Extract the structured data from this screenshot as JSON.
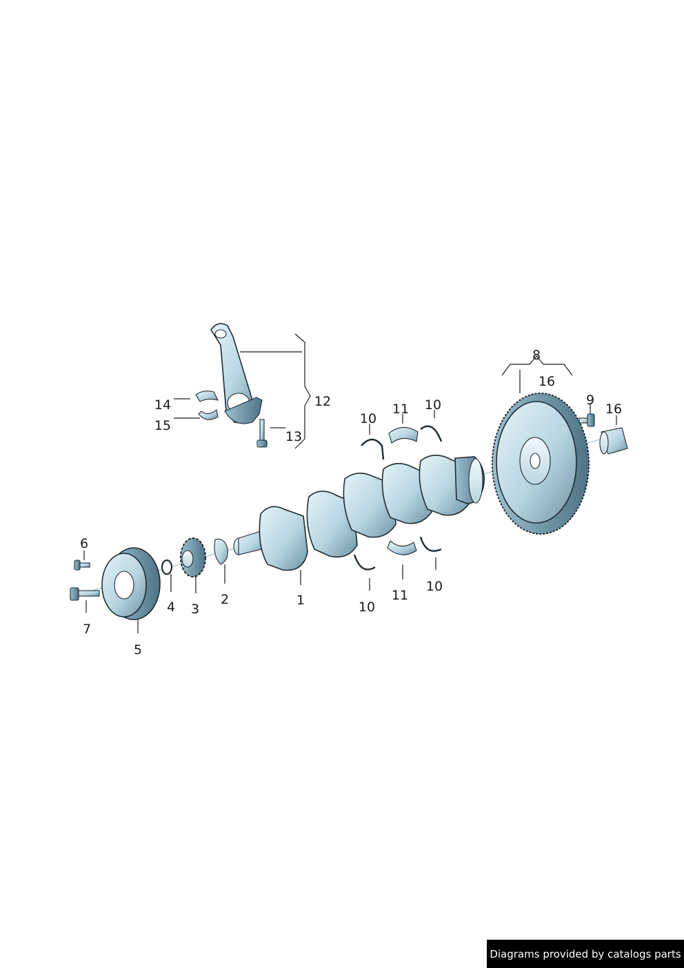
{
  "colors": {
    "part_light": "#d9ecf3",
    "part_mid": "#a9ccda",
    "part_dark": "#5f8496",
    "outline": "#1f2a30",
    "watermark_bg": "#000000"
  },
  "callouts": [
    {
      "id": "1"
    },
    {
      "id": "2"
    },
    {
      "id": "3"
    },
    {
      "id": "4"
    },
    {
      "id": "5"
    },
    {
      "id": "6"
    },
    {
      "id": "7"
    },
    {
      "id": "8"
    },
    {
      "id": "9"
    },
    {
      "id": "10"
    },
    {
      "id": "11"
    },
    {
      "id": "12"
    },
    {
      "id": "13"
    },
    {
      "id": "14"
    },
    {
      "id": "15"
    },
    {
      "id": "16"
    }
  ],
  "watermark": {
    "text": "Diagrams provided by catalogs parts"
  }
}
